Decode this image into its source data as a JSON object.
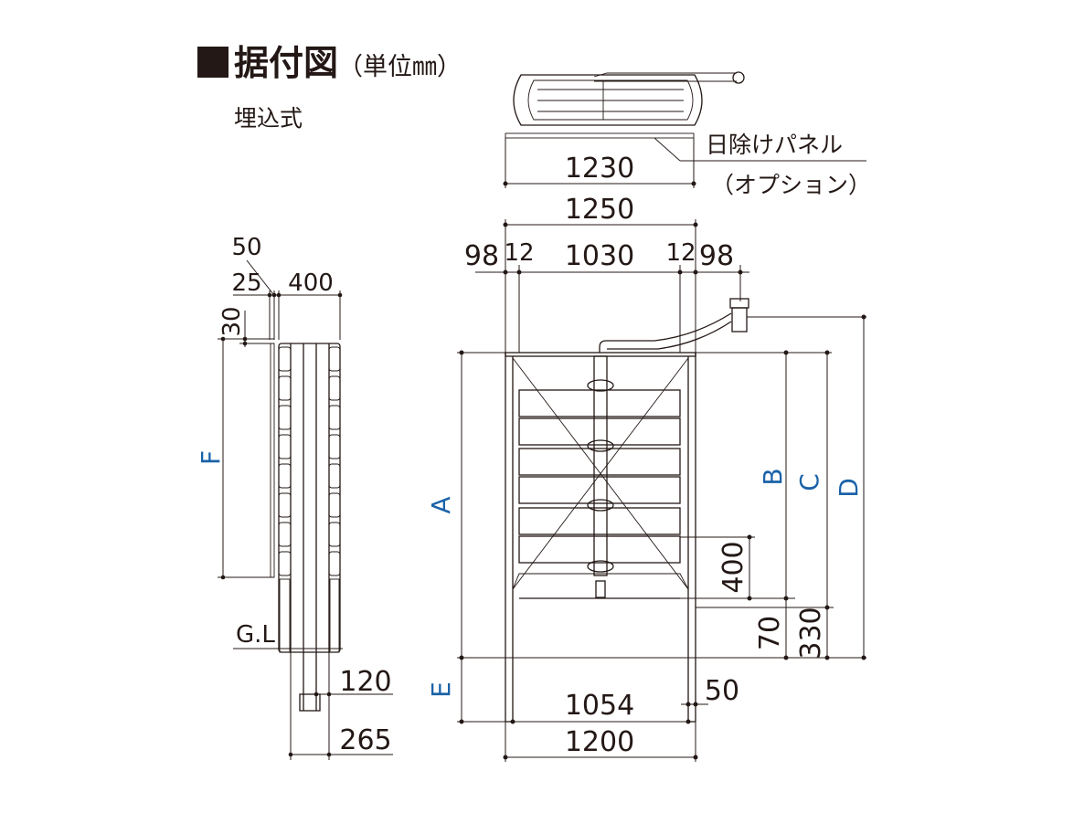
{
  "title": "据付図",
  "title_unit": "（単位㎜）",
  "subtitle": "埋込式",
  "panel_label": "日除けパネル",
  "panel_sub": "（オプション）",
  "dims": {
    "d1230": "1230",
    "d1250": "1250",
    "d98a": "98",
    "d12a": "12",
    "d1030": "1030",
    "d12b": "12",
    "d98b": "98",
    "d50top": "50",
    "d25": "25",
    "d400top": "400",
    "d30": "30",
    "d400": "400",
    "d70": "70",
    "d330": "330",
    "d120": "120",
    "d265": "265",
    "d1054": "1054",
    "d50": "50",
    "d1200": "1200"
  },
  "letters": {
    "A": "A",
    "B": "B",
    "C": "C",
    "D": "D",
    "E": "E",
    "F": "F"
  },
  "gl": "G.L",
  "colors": {
    "line": "#231815",
    "letter": "#1a62a8"
  }
}
